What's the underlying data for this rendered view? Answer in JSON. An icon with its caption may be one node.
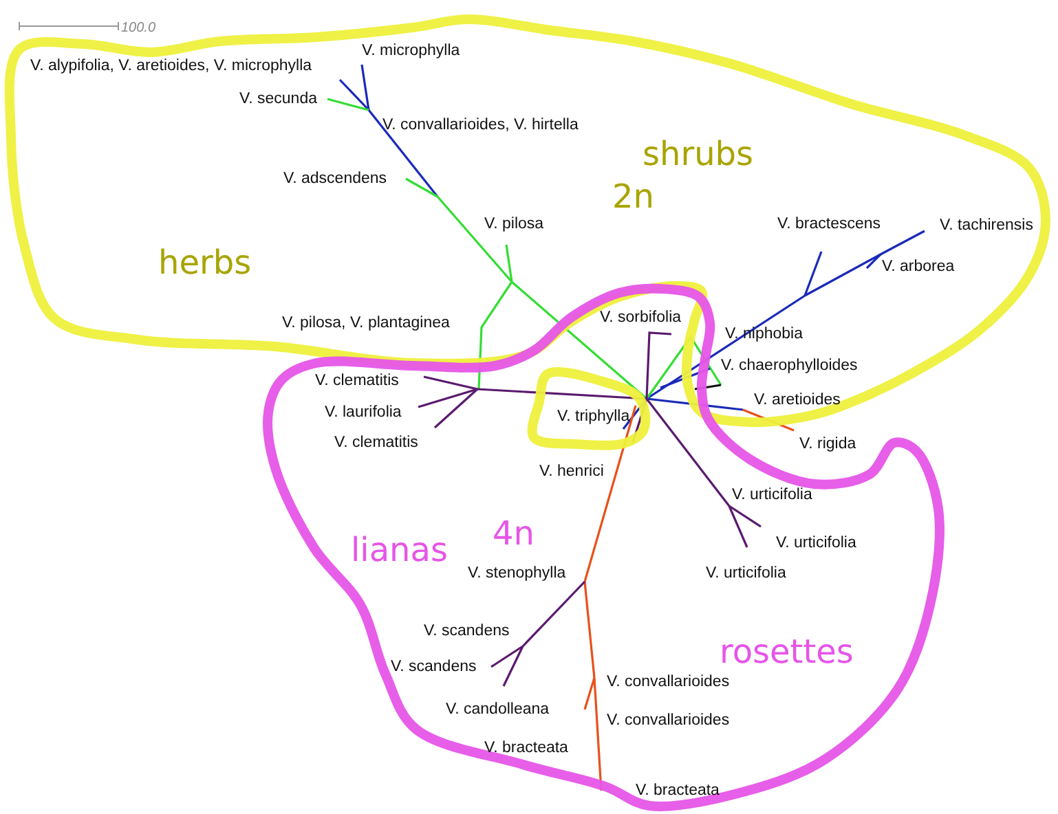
{
  "diagram": {
    "labels": [
      "100.0",
      "V. microphylla",
      "V. alypifolia, V. aretioides, V. microphylla",
      "V. secunda",
      "shrubs",
      "V. convallarioides, V. hirtella",
      "V. adscendens",
      "2n",
      "V. pilosa",
      "V. bractescens",
      "V. tachirensis",
      "herbs",
      "V. arborea",
      "V. pilosa, V. plantaginea",
      "V. sorbifolia",
      "V. niphobia",
      "V. chaerophylloides",
      "V. clematitis",
      "V. laurifolia",
      "V. aretioides",
      "V. triphylla",
      "V. clematitis",
      "V. rigida",
      "V. henrici",
      "V. urticifolia",
      "lianas",
      "4n",
      "V. urticifolia",
      "V. stenophylla",
      "V. urticifolia",
      "V. scandens",
      "rosettes",
      "V. scandens",
      "V. convallarioides",
      "V. candolleana",
      "V. convallarioides",
      "V. bracteata",
      "V. bracteata"
    ]
  }
}
